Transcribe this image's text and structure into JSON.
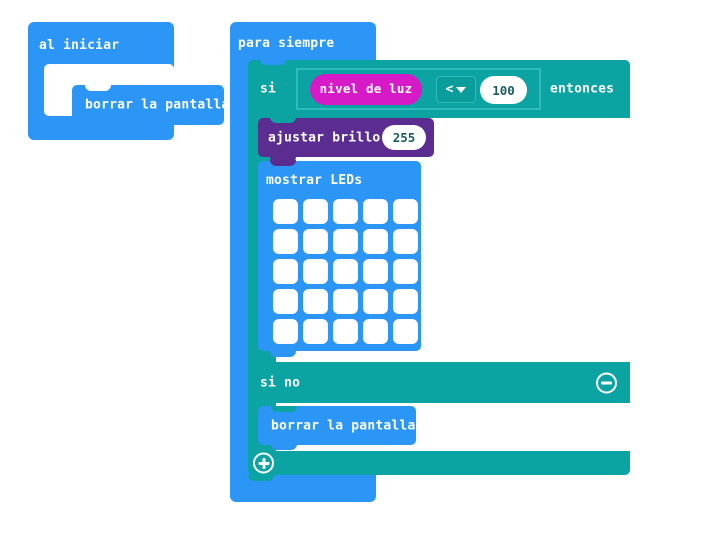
{
  "workspace": {
    "background": "#ffffff",
    "colors": {
      "event_blue": "#2b96f5",
      "logic_teal": "#0ca3a3",
      "sensor_magenta": "#d61ac8",
      "led_purple": "#5b2d91",
      "socket_outline": "#2ebcbc",
      "field_white": "#ffffff",
      "field_text": "#1b5b61"
    }
  },
  "scripts": [
    {
      "id": "on-start",
      "hat_label": "al iniciar",
      "children": [
        {
          "id": "clear-screen-1",
          "label": "borrar la pantalla",
          "category": "basic"
        }
      ]
    },
    {
      "id": "forever",
      "hat_label": "para siempre",
      "children": [
        {
          "id": "if-else",
          "if_label": "si",
          "then_label": "entonces",
          "else_label": "si no",
          "condition": {
            "left": {
              "type": "reporter",
              "label": "nivel de luz"
            },
            "operator": {
              "selected": "<",
              "options": [
                "<",
                "=",
                ">"
              ]
            },
            "right": {
              "type": "number",
              "value": "100"
            }
          },
          "then_children": [
            {
              "id": "set-brightness",
              "label": "ajustar brillo",
              "value": "255",
              "category": "led"
            },
            {
              "id": "show-leds",
              "label": "mostrar LEDs",
              "category": "basic",
              "matrix": [
                [
                  0,
                  0,
                  0,
                  0,
                  0
                ],
                [
                  0,
                  0,
                  0,
                  0,
                  0
                ],
                [
                  0,
                  0,
                  0,
                  0,
                  0
                ],
                [
                  0,
                  0,
                  0,
                  0,
                  0
                ],
                [
                  0,
                  0,
                  0,
                  0,
                  0
                ]
              ]
            }
          ],
          "else_children": [
            {
              "id": "clear-screen-2",
              "label": "borrar la pantalla",
              "category": "basic"
            }
          ],
          "mutator": {
            "remove_icon": "minus-circle-icon",
            "add_icon": "plus-circle-icon"
          }
        }
      ]
    }
  ]
}
